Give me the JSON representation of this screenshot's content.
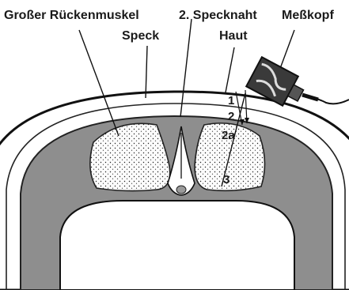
{
  "labels": {
    "muscle": "Großer Rückenmuskel",
    "seam": "2. Specknaht",
    "probe": "Meßkopf",
    "fat": "Speck",
    "skin": "Haut"
  },
  "markers": {
    "m1": "1",
    "m2": "2",
    "m2a": "2a",
    "m3": "3"
  }
}
